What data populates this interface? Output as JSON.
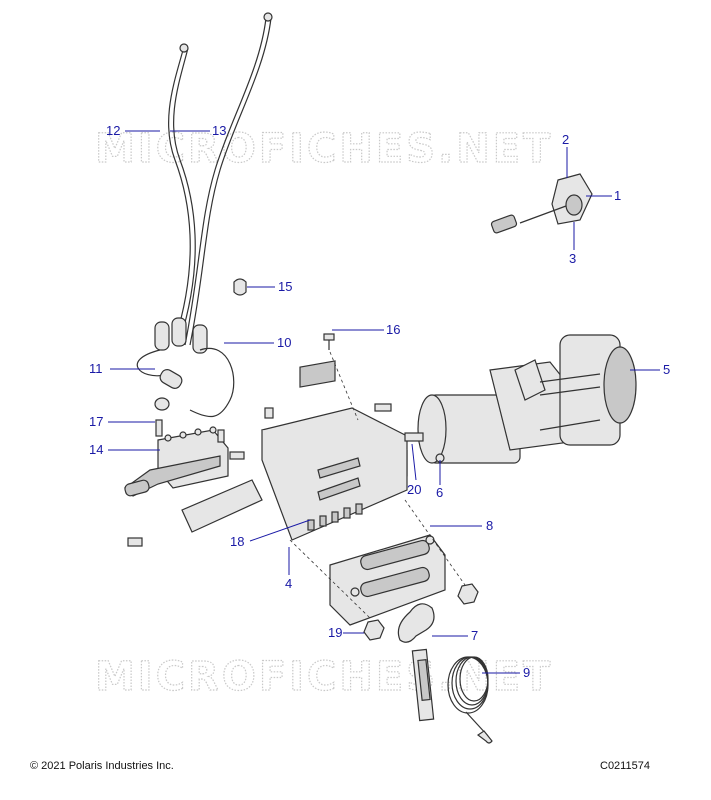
{
  "watermark": "MICROFICHES.NET",
  "callouts": [
    "1",
    "2",
    "3",
    "4",
    "5",
    "6",
    "7",
    "8",
    "9",
    "10",
    "11",
    "12",
    "13",
    "14",
    "15",
    "16",
    "17",
    "18",
    "19",
    "20"
  ],
  "footer": {
    "copyright": "© 2021 Polaris Industries Inc.",
    "figure_code": "C0211574"
  }
}
